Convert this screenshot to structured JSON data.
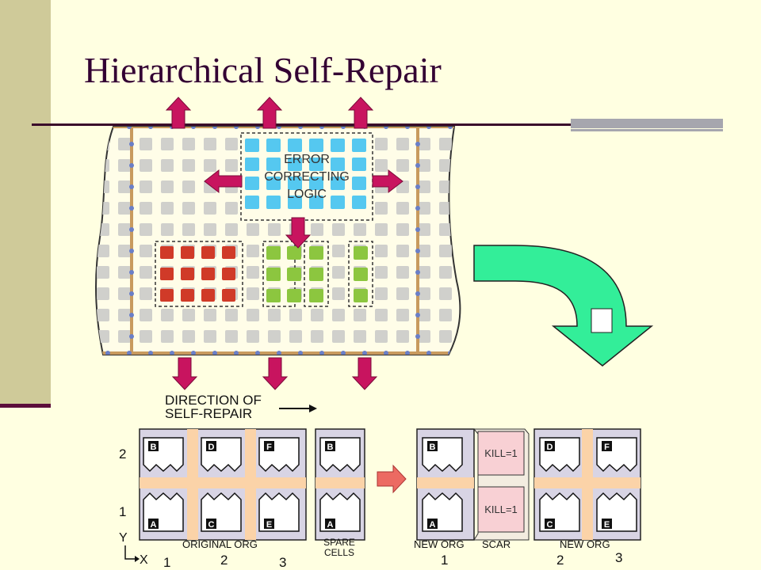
{
  "slide": {
    "title": "Hierarchical Self-Repair"
  },
  "fabric": {
    "ecl_label": [
      "ERROR",
      "CORRECTING",
      "LOGIC"
    ]
  },
  "repair": {
    "direction_label": [
      "DIRECTION OF",
      "SELF-REPAIR"
    ]
  },
  "organism": {
    "axis": {
      "y": "Y",
      "x": "X"
    },
    "row_labels": [
      "2",
      "1"
    ],
    "original_cols": [
      "1",
      "2",
      "3"
    ],
    "new_cols": [
      "1",
      "2",
      "3"
    ],
    "original_caption": "ORIGINAL  ORG",
    "spare_caption": [
      "SPARE",
      "CELLS"
    ],
    "new_org_caption": "NEW ORG",
    "scar_caption": "SCAR",
    "kill_label": "KILL=1",
    "original_cells": {
      "top": [
        "B",
        "D",
        "F"
      ],
      "bottom": [
        "A",
        "C",
        "E"
      ]
    },
    "spare_cells": {
      "top": "B",
      "bottom": "A"
    },
    "new_left_cells": {
      "top": "B",
      "bottom": "A"
    },
    "new_right_cells": {
      "top": [
        "D",
        "F"
      ],
      "bottom": [
        "C",
        "E"
      ]
    }
  },
  "colors": {
    "background": "#ffffe1",
    "title": "#330033",
    "arrow_magenta": "#c8145f",
    "big_arrow": "#33ee99",
    "fabric": "#fffde8",
    "cell_grey": "#d0d0cc",
    "bus_tan": "#c89a5e",
    "node_blue": "#6a7fc8",
    "ecl_blue": "#55c8f0",
    "red_cell": "#d03a28",
    "green_cell": "#8cc63f",
    "frame_purple": "#d8d4e4",
    "cross_peach": "#fbd3a8",
    "scar_pink": "#f8d0d4",
    "transition_arrow": "#ec6a62"
  }
}
